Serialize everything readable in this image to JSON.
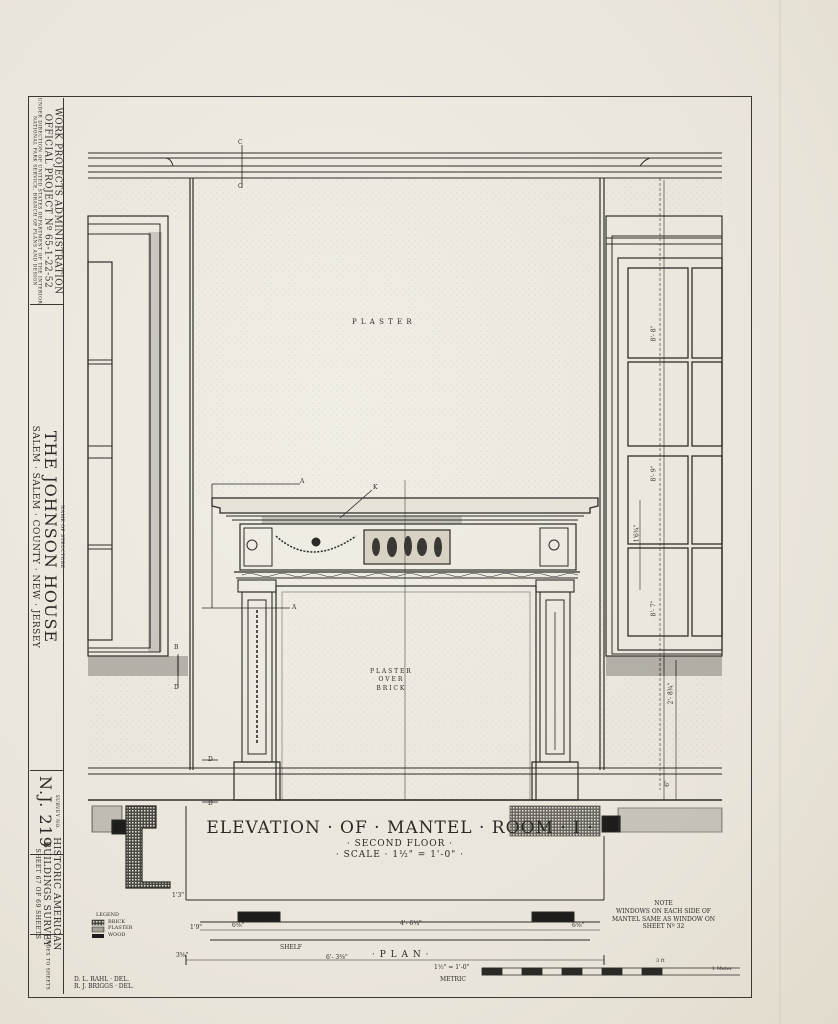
{
  "project": {
    "agency": "WORK PROJECTS ADMINISTRATION",
    "official_project": "OFFICIAL PROJECT Nº 65-1-22-52",
    "sponsor_line_1": "UNDER DIRECTION OF UNITED STATES DEPARTMENT OF THE INTERIOR",
    "sponsor_line_2": "NATIONAL PARK SERVICE, BRANCH OF PLANS AND DESIGN"
  },
  "structure": {
    "name_label": "NAME OF STRUCTURE",
    "name": "THE JOHNSON HOUSE",
    "location": "SALEM · SALEM · COUNTY · NEW · JERSEY"
  },
  "survey": {
    "survey_label": "SURVEY NO.",
    "number": "N.J. 219",
    "survey_name_1": "HISTORIC AMERICAN",
    "survey_name_2": "BUILDINGS SURVEY",
    "sheet": "SHEET 67 OF 69 SHEETS",
    "sheet_margin": "INDEX TO SHEETS"
  },
  "drawing": {
    "title": "ELEVATION · OF · MANTEL · ROOM · I ·",
    "floor": "· SECOND FLOOR ·",
    "scale": "· SCALE · 1½\" = 1'-0\" ·",
    "plan_label": "· P L A N ·",
    "metric_label": "METRIC",
    "metric_ratio": "1½\" = 1'-0\"",
    "scale_bar_right": "1 Meter",
    "scale_bar_ft": "3 ft"
  },
  "labels": {
    "plaster": "P L A S T E R",
    "plaster_over_brick": [
      "P L A S T E R",
      "O V E R",
      "B R I C K"
    ],
    "section_c": "C",
    "section_a": "A",
    "section_b": "B",
    "section_d": "D",
    "section_k": "K",
    "shelf": "SHELF",
    "dims": {
      "upper_window": "8'- 8\"",
      "lower_window": "8'- 9\"",
      "window_w": "1'6¾\"",
      "sill": "2'- 8¾\"",
      "base": "6\"",
      "pane": "8'- 7\"",
      "plan_left": "6⅝\"",
      "plan_center": "4'- 6¼\"",
      "plan_right": "6⅝\"",
      "plan_total": "6'- 3⅜\"",
      "plan_depth": "3⅝\"",
      "plan_left_margin": "1'3\"",
      "plan_hearth": "1'9\""
    }
  },
  "note": {
    "heading": "NOTE",
    "text_1": "WINDOWS ON EACH SIDE OF",
    "text_2": "MANTEL SAME AS WINDOW ON",
    "text_3": "SHEET Nº 32"
  },
  "legend": {
    "heading": "LEGEND",
    "items": [
      "BRICK",
      "PLASTER",
      "WOOD"
    ]
  },
  "credits": {
    "line_1": "D. L. RAHL · DEL.",
    "line_2": "R. J. BRIGGS · DEL."
  },
  "colors": {
    "paper": "#ece8df",
    "ink": "#2b2a27"
  }
}
